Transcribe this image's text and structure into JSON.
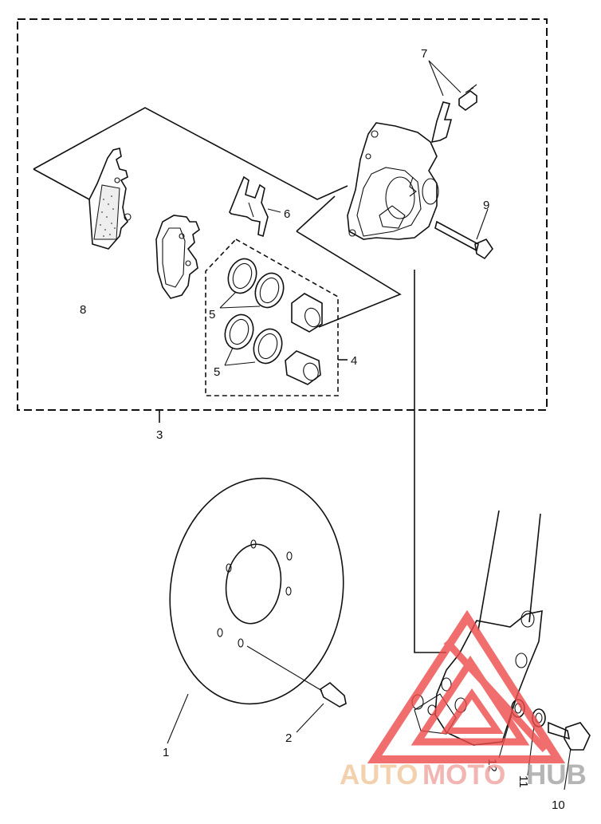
{
  "callouts": {
    "c1": "1",
    "c2": "2",
    "c3": "3",
    "c4": "4",
    "c5a": "5",
    "c5b": "5",
    "c6": "6",
    "c7": "7",
    "c8": "8",
    "c9": "9",
    "c10": "10",
    "c11": "11",
    "c12": "12"
  },
  "watermark": {
    "part1": "AUTO",
    "part2": "MOTO",
    "part3": "HUB",
    "colors": {
      "auto": "#f2c69a",
      "moto": "#f0a3a0",
      "hub": "#a3a3a3",
      "triangle": "#ee4b4b"
    }
  }
}
